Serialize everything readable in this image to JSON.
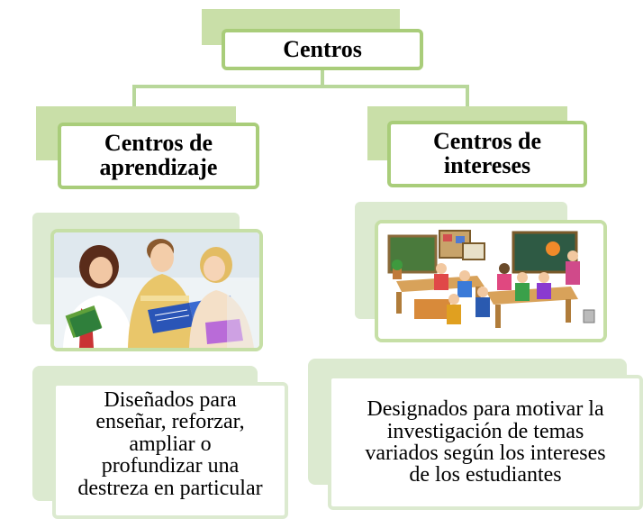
{
  "colors": {
    "accent_border": "#a9cd7a",
    "tab_fill": "#c9dfa8",
    "soft_fill": "#dcead0",
    "connector": "#b8d79a"
  },
  "root": {
    "label": "Centros"
  },
  "branches": [
    {
      "title": "Centros de\naprendizaje",
      "image_icon": "students-reading-photo",
      "description": "Diseñados para\nenseñar, reforzar,\nampliar o\nprofundizar una\ndestreza en particular"
    },
    {
      "title": "Centros de\nintereses",
      "image_icon": "classroom-illustration",
      "description": "Designados para motivar la\ninvestigación de temas\nvariados según los intereses\nde los estudiantes"
    }
  ]
}
